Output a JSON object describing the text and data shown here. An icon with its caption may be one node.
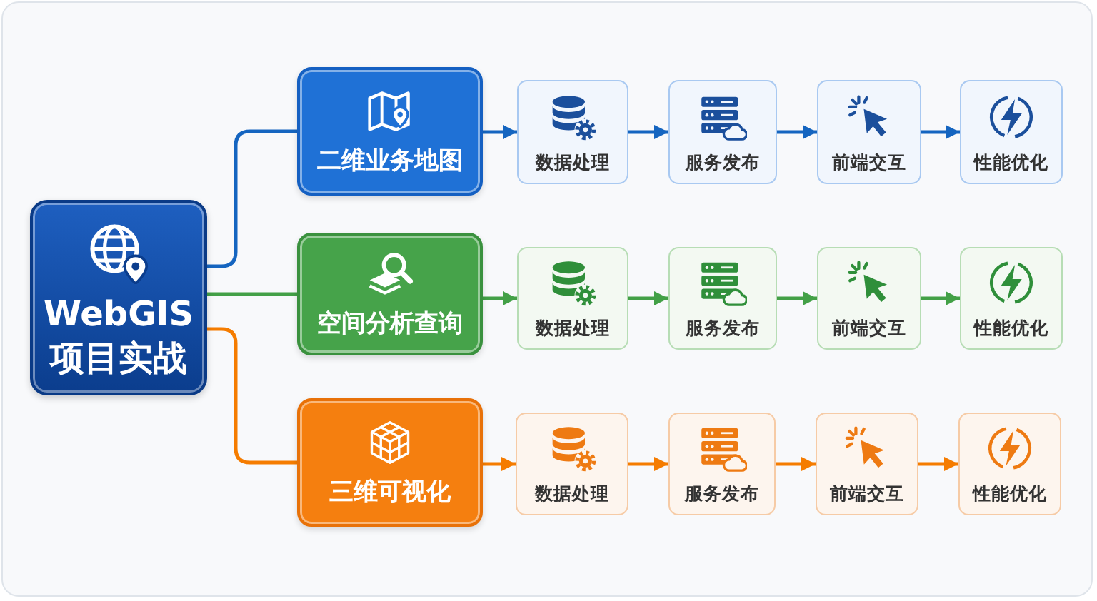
{
  "diagram": {
    "nodes": [
      {
        "text": [
          "WebGIS 项目实战"
        ]
      },
      {
        "text": [
          "二维业务地图"
        ]
      },
      {
        "text": [
          "数据处理"
        ]
      },
      {
        "text": [
          "服务发布"
        ]
      },
      {
        "text": [
          "前端交互"
        ]
      },
      {
        "text": [
          "性能优化"
        ]
      },
      {
        "text": [
          "空间分析查询"
        ]
      },
      {
        "text": [
          "数据处理"
        ]
      },
      {
        "text": [
          "服务发布"
        ]
      },
      {
        "text": [
          "前端交互"
        ]
      },
      {
        "text": [
          "性能优化"
        ]
      },
      {
        "text": [
          "三维可视化"
        ]
      },
      {
        "text": [
          "数据处理"
        ]
      },
      {
        "text": [
          "服务发布"
        ]
      },
      {
        "text": [
          "前端交互"
        ]
      },
      {
        "text": [
          "性能优化"
        ]
      }
    ],
    "edges": [
      {
        "from": 0,
        "to": 1,
        "arrow": "none",
        "color": "#1565c0"
      },
      {
        "from": 1,
        "to": 2,
        "arrow": "to",
        "color": "#1565c0"
      },
      {
        "from": 2,
        "to": 3,
        "arrow": "to",
        "color": "#1565c0"
      },
      {
        "from": 3,
        "to": 4,
        "arrow": "to",
        "color": "#1565c0"
      },
      {
        "from": 4,
        "to": 5,
        "arrow": "to",
        "color": "#1565c0"
      },
      {
        "from": 0,
        "to": 6,
        "arrow": "none",
        "color": "#43a047"
      },
      {
        "from": 6,
        "to": 7,
        "arrow": "to",
        "color": "#43a047"
      },
      {
        "from": 7,
        "to": 8,
        "arrow": "to",
        "color": "#43a047"
      },
      {
        "from": 8,
        "to": 9,
        "arrow": "to",
        "color": "#43a047"
      },
      {
        "from": 9,
        "to": 10,
        "arrow": "to",
        "color": "#43a047"
      },
      {
        "from": 0,
        "to": 11,
        "arrow": "none",
        "color": "#f57c00"
      },
      {
        "from": 11,
        "to": 12,
        "arrow": "to",
        "color": "#f57c00"
      },
      {
        "from": 12,
        "to": 13,
        "arrow": "to",
        "color": "#f57c00"
      },
      {
        "from": 13,
        "to": 14,
        "arrow": "to",
        "color": "#f57c00"
      },
      {
        "from": 14,
        "to": 15,
        "arrow": "to",
        "color": "#f57c00"
      }
    ]
  }
}
